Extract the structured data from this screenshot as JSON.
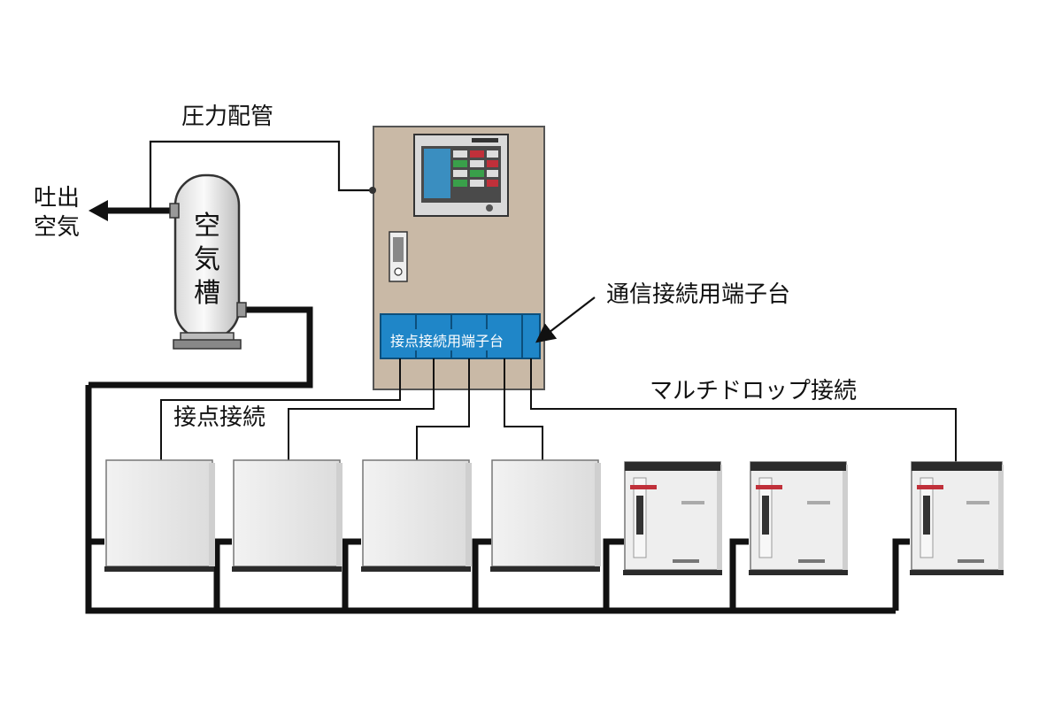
{
  "labels": {
    "pressure_pipe": "圧力配管",
    "discharge_air_line1": "吐出",
    "discharge_air_line2": "空気",
    "air_tank_line1": "空",
    "air_tank_line2": "気",
    "air_tank_line3": "槽",
    "comm_terminal": "通信接続用端子台",
    "contact_terminal": "接点接続用端子台",
    "contact_connection": "接点接続",
    "multidrop_connection": "マルチドロップ接続"
  },
  "colors": {
    "panel": "#c9b9a6",
    "terminal_block": "#1f86c8",
    "pipe": "#111111",
    "compressor_body": "#e6e6e6",
    "compressor_base": "#2b2b2b",
    "compressor_accent": "#c0303a"
  }
}
